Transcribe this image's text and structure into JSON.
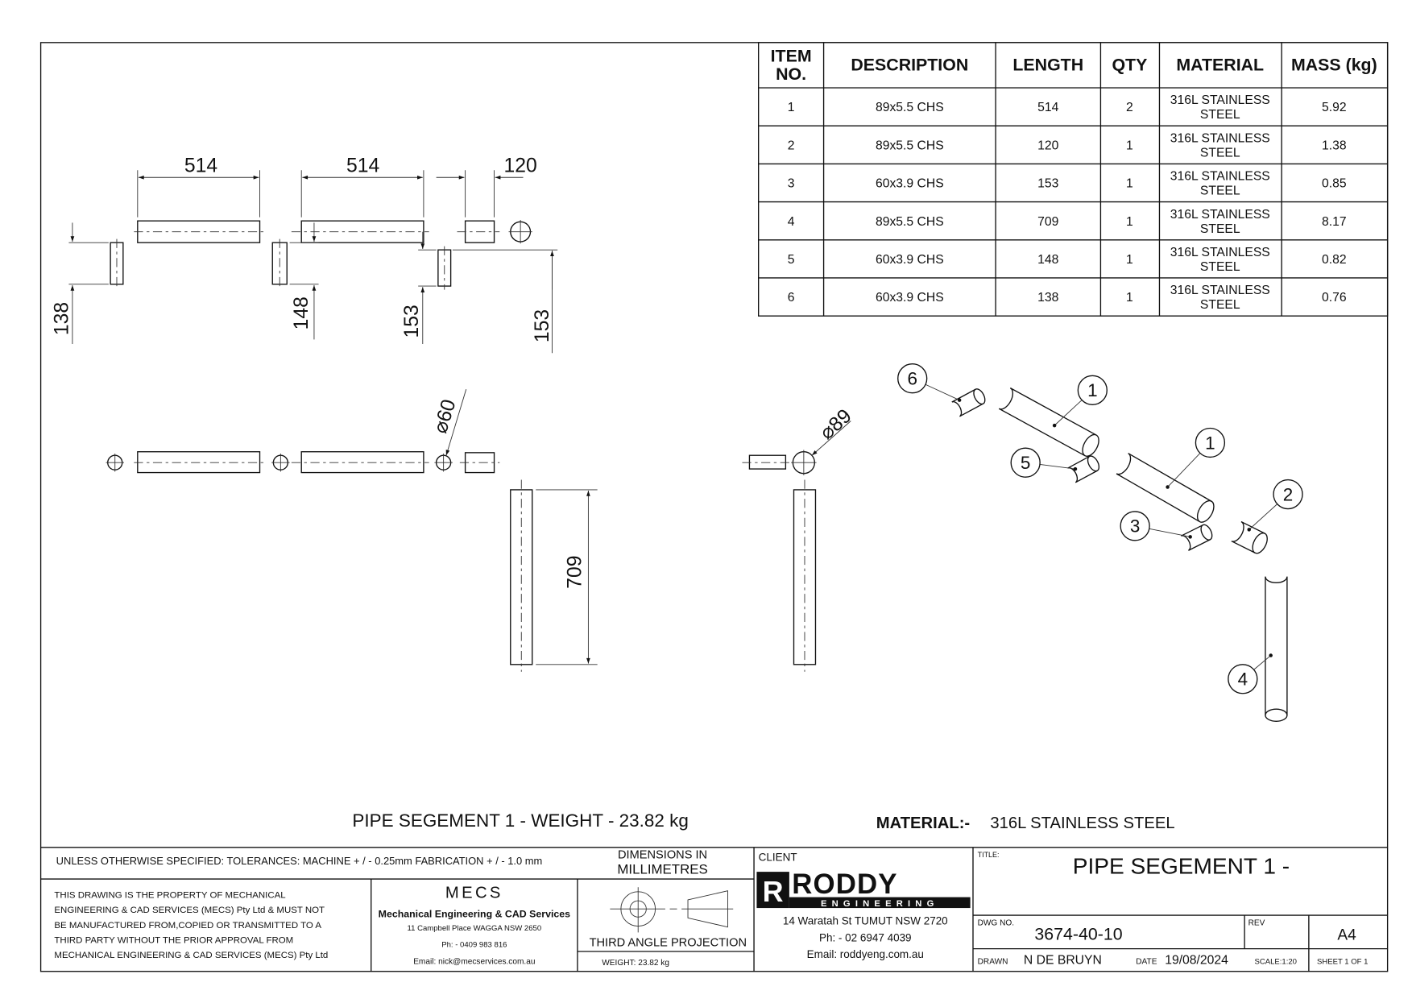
{
  "bom": {
    "headers": {
      "item_no_1": "ITEM",
      "item_no_2": "NO.",
      "description": "DESCRIPTION",
      "length": "LENGTH",
      "qty": "QTY",
      "material": "MATERIAL",
      "mass": "MASS (kg)"
    },
    "rows": [
      {
        "item": "1",
        "description": "89x5.5 CHS",
        "length": "514",
        "qty": "2",
        "material_1": "316L STAINLESS",
        "material_2": "STEEL",
        "mass": "5.92"
      },
      {
        "item": "2",
        "description": "89x5.5 CHS",
        "length": "120",
        "qty": "1",
        "material_1": "316L STAINLESS",
        "material_2": "STEEL",
        "mass": "1.38"
      },
      {
        "item": "3",
        "description": "60x3.9 CHS",
        "length": "153",
        "qty": "1",
        "material_1": "316L STAINLESS",
        "material_2": "STEEL",
        "mass": "0.85"
      },
      {
        "item": "4",
        "description": "89x5.5 CHS",
        "length": "709",
        "qty": "1",
        "material_1": "316L STAINLESS",
        "material_2": "STEEL",
        "mass": "8.17"
      },
      {
        "item": "5",
        "description": "60x3.9 CHS",
        "length": "148",
        "qty": "1",
        "material_1": "316L STAINLESS",
        "material_2": "STEEL",
        "mass": "0.82"
      },
      {
        "item": "6",
        "description": "60x3.9 CHS",
        "length": "138",
        "qty": "1",
        "material_1": "316L STAINLESS",
        "material_2": "STEEL",
        "mass": "0.76"
      }
    ]
  },
  "dimensions": {
    "d514a": "514",
    "d514b": "514",
    "d120": "120",
    "d138": "138",
    "d148": "148",
    "d153a": "153",
    "d153b": "153",
    "d709": "709",
    "dia60": "⌀60",
    "dia89": "⌀89"
  },
  "balloons": [
    "6",
    "1",
    "5",
    "1",
    "2",
    "3",
    "4"
  ],
  "notes": {
    "weight_note": "PIPE SEGEMENT 1 - WEIGHT -  23.82 kg",
    "material_label": "MATERIAL:-",
    "material_value": "316L STAINLESS STEEL"
  },
  "title_block": {
    "tolerances": "UNLESS OTHERWISE SPECIFIED: TOLERANCES: MACHINE + / - 0.25mm  FABRICATION + / - 1.0 mm",
    "dimensions_in_1": "DIMENSIONS IN",
    "dimensions_in_2": "MILLIMETRES",
    "property_lines": [
      "THIS DRAWING IS THE PROPERTY OF MECHANICAL",
      "ENGINEERING & CAD SERVICES (MECS) Pty Ltd & MUST NOT",
      "BE MANUFACTURED FROM,COPIED OR TRANSMITTED TO A",
      "THIRD PARTY WITHOUT THE PRIOR APPROVAL FROM",
      "MECHANICAL ENGINEERING & CAD SERVICES (MECS) Pty Ltd"
    ],
    "mecs": {
      "logo": "MECS",
      "name": "Mechanical Engineering & CAD Services",
      "address": "11 Campbell Place WAGGA NSW 2650",
      "phone": "Ph: - 0409 983 816",
      "email": "Email: nick@mecservices.com.au"
    },
    "projection": "THIRD ANGLE PROJECTION",
    "weight": "WEIGHT: 23.82 kg",
    "client_label": "CLIENT",
    "client": {
      "logo_main": "RODDY",
      "logo_sub": "ENGINEERING",
      "address": "14 Waratah St TUMUT NSW 2720",
      "phone": "Ph: - 02 6947 4039",
      "email": "Email: roddyeng.com.au"
    },
    "title_label": "TITLE:",
    "title": "PIPE SEGEMENT 1 -",
    "dwg_no_label": "DWG NO.",
    "dwg_no": "3674-40-10",
    "rev_label": "REV",
    "size": "A4",
    "drawn_label": "DRAWN",
    "drawn_by": "N DE BRUYN",
    "date_label": "DATE",
    "date": "19/08/2024",
    "scale": "SCALE:1:20",
    "sheet": "SHEET 1 OF 1"
  }
}
